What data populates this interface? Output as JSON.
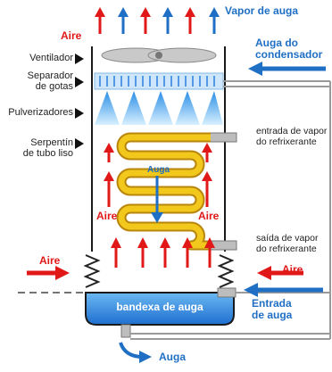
{
  "labels": {
    "vapor_out": "Vapor de auga",
    "air_top": "Aire",
    "water_from_condenser_1": "Auga do",
    "water_from_condenser_2": "condensador",
    "fan": "Ventilador",
    "drift_eliminator_1": "Separador",
    "drift_eliminator_2": "de gotas",
    "sprayers": "Pulverizadores",
    "coil_1": "Serpentín",
    "coil_2": "de tubo liso",
    "refrigerant_in_1": "entrada de vapor",
    "refrigerant_in_2": "do refrixerante",
    "refrigerant_out_1": "saída de vapor",
    "refrigerant_out_2": "do refrixerante",
    "water_inside": "Auga",
    "air_left_inside": "Aire",
    "air_right_inside": "Aire",
    "air_left_outside": "Aire",
    "air_right_outside": "Aire",
    "basin": "bandexa de auga",
    "water_inlet_1": "Entrada",
    "water_inlet_2": "de auga",
    "water_out": "Auga"
  },
  "colors": {
    "blue": "#1f6fc4",
    "red": "#e01818",
    "coil": "#f2c81c",
    "coil_edge": "#b8860b",
    "water": "#3a8fe0",
    "pipe": "#9a9a9a"
  }
}
